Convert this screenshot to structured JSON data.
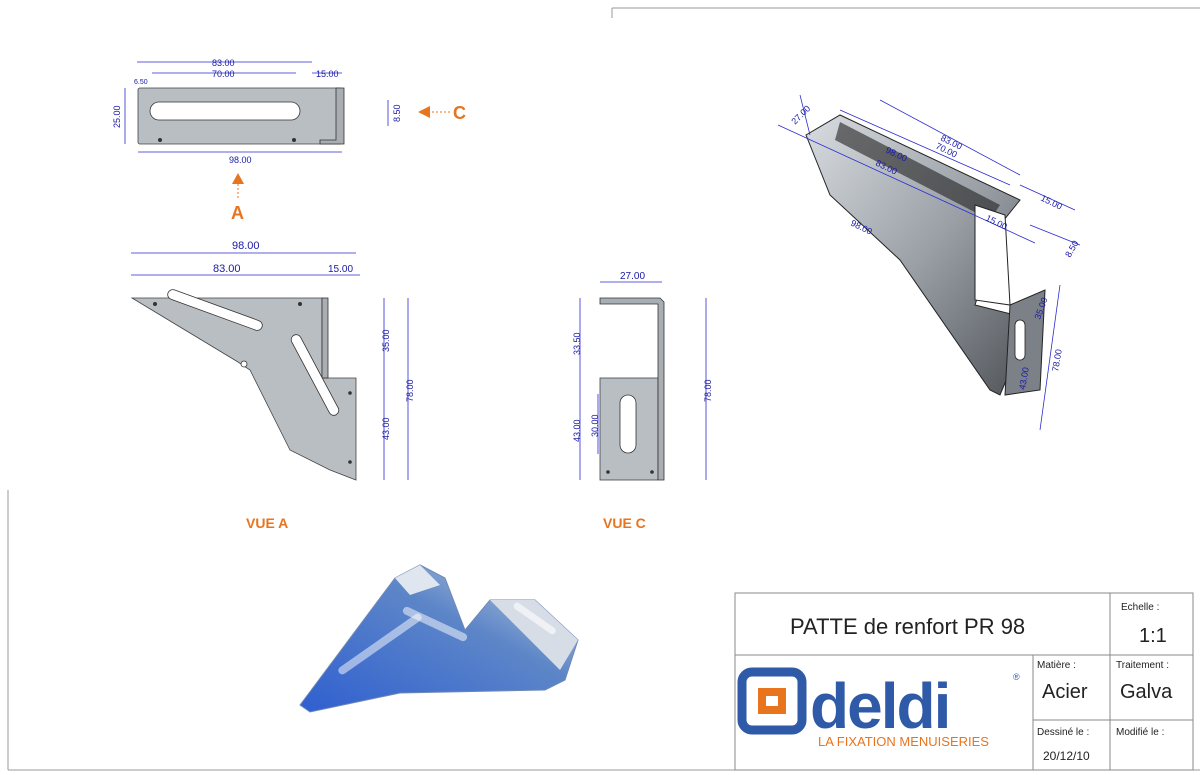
{
  "views": {
    "top": {
      "dims": {
        "d83": "83.00",
        "d70": "70.00",
        "d650": "6.50",
        "d15": "15.00",
        "d25": "25.00",
        "d850": "8.50",
        "d98": "98.00"
      },
      "arrow_c_label": "C",
      "arrow_a_label": "A"
    },
    "vue_a": {
      "caption": "VUE A",
      "dims": {
        "d98": "98.00",
        "d83": "83.00",
        "d15": "15.00",
        "d35": "35.00",
        "d43": "43.00",
        "d78": "78.00"
      }
    },
    "vue_c": {
      "caption": "VUE C",
      "dims": {
        "d27": "27.00",
        "d3350": "33.50",
        "d43": "43.00",
        "d30": "30.00",
        "d78": "78.00"
      }
    },
    "iso": {
      "dims": {
        "d27": "27.00",
        "d83a": "83.00",
        "d70": "70.00",
        "d98a": "98.00",
        "d83b": "83.00",
        "d98b": "98.00",
        "d15a": "15.00",
        "d15b": "15.00",
        "d850": "8.50",
        "d35": "35.00",
        "d43": "43.00",
        "d78": "78.00"
      }
    }
  },
  "title_block": {
    "title": "PATTE de renfort PR 98",
    "echelle_label": "Echelle :",
    "echelle_value": "1:1",
    "matiere_label": "Matière :",
    "matiere_value": "Acier",
    "traitement_label": "Traitement :",
    "traitement_value": "Galva",
    "dessine_label": "Dessiné le :",
    "dessine_value": "20/12/10",
    "modifie_label": "Modifié le :",
    "modifie_value": "",
    "logo_text": "deldi",
    "logo_tagline": "LA FIXATION MENUISERIES",
    "logo_registered": "®"
  },
  "colors": {
    "dimension": "#1a1aa6",
    "accent": "#e8741e",
    "logo_blue": "#2f5aa8"
  }
}
